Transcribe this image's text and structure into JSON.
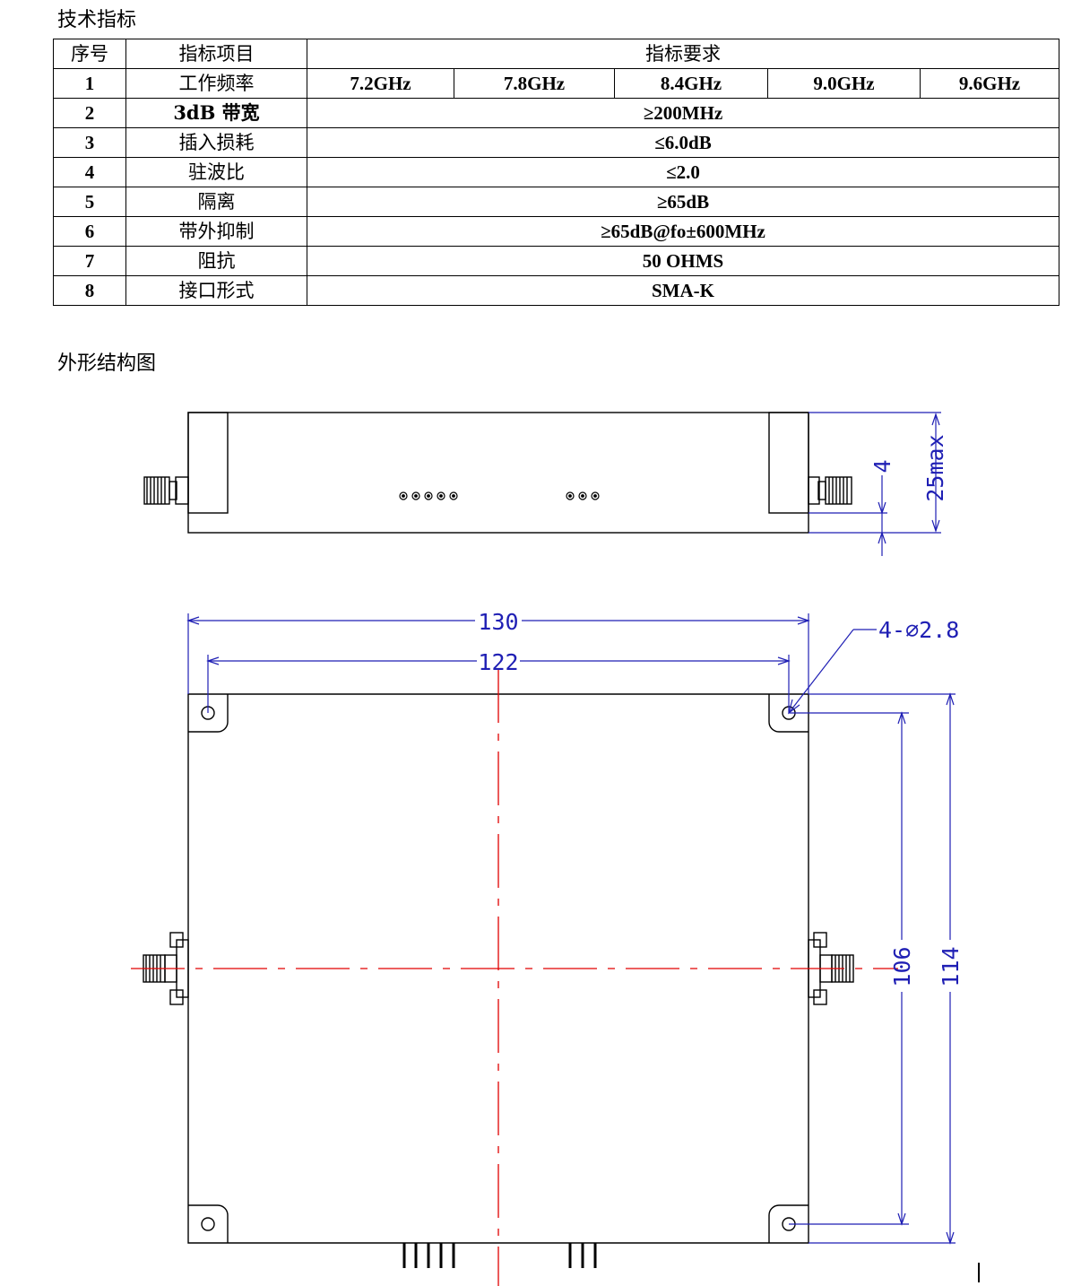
{
  "spec_section": {
    "title": "技术指标",
    "header": {
      "no": "序号",
      "item": "指标项目",
      "requirement": "指标要求"
    },
    "frequency_row": {
      "no": "1",
      "item": "工作频率",
      "values": [
        "7.2GHz",
        "7.8GHz",
        "8.4GHz",
        "9.0GHz",
        "9.6GHz"
      ]
    },
    "rows": [
      {
        "no": "2",
        "item": "3dB  带宽",
        "value": "≥200MHz"
      },
      {
        "no": "3",
        "item": "插入损耗",
        "value": "≤6.0dB"
      },
      {
        "no": "4",
        "item": "驻波比",
        "value": "≤2.0"
      },
      {
        "no": "5",
        "item": "隔离",
        "value": "≥65dB"
      },
      {
        "no": "6",
        "item": "带外抑制",
        "value": "≥65dB@fo±600MHz"
      },
      {
        "no": "7",
        "item": "阻抗",
        "value": "50 OHMS"
      },
      {
        "no": "8",
        "item": "接口形式",
        "value": "SMA-K"
      }
    ]
  },
  "drawing_section": {
    "title": "外形结构图",
    "dimensions": {
      "height_max": "25max",
      "flange_height": "4",
      "overall_length": "130",
      "hole_spacing_length": "122",
      "holes": "4-∅2.8",
      "hole_spacing_width": "106",
      "overall_width": "114"
    },
    "colors": {
      "outline": "#000000",
      "dimension": "#1f1fb4",
      "centerline": "#e00000"
    }
  }
}
